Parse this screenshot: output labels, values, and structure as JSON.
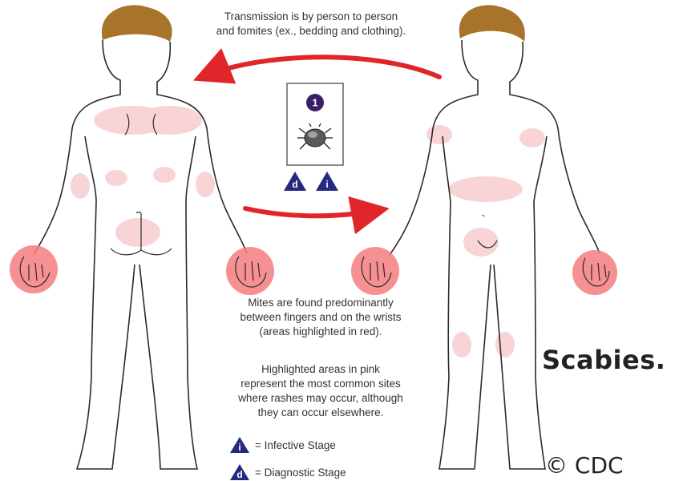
{
  "transmission_caption": [
    "Transmission is by person to person",
    "and fomites (ex., bedding and clothing)."
  ],
  "stage_number": "1",
  "stage_badges": [
    "d",
    "i"
  ],
  "mites_caption": [
    "Mites are found predominantly",
    "between fingers and on the wrists",
    "(areas highlighted in red)."
  ],
  "pink_caption": [
    "Highlighted areas in pink",
    "represent the most common sites",
    "where rashes may occur, although",
    "they can occur elsewhere."
  ],
  "legend": [
    {
      "letter": "i",
      "label": "= Infective Stage"
    },
    {
      "letter": "d",
      "label": "= Diagnostic Stage"
    }
  ],
  "title": "Scabies.",
  "credit": "© CDC",
  "colors": {
    "arrow": "#e0262a",
    "hand_highlight": "#f47c80",
    "pink_area": "#f6c6c9",
    "hair": "#a8732a",
    "stage_badge": "#262a7e",
    "body_outline": "#2a2a2a"
  }
}
